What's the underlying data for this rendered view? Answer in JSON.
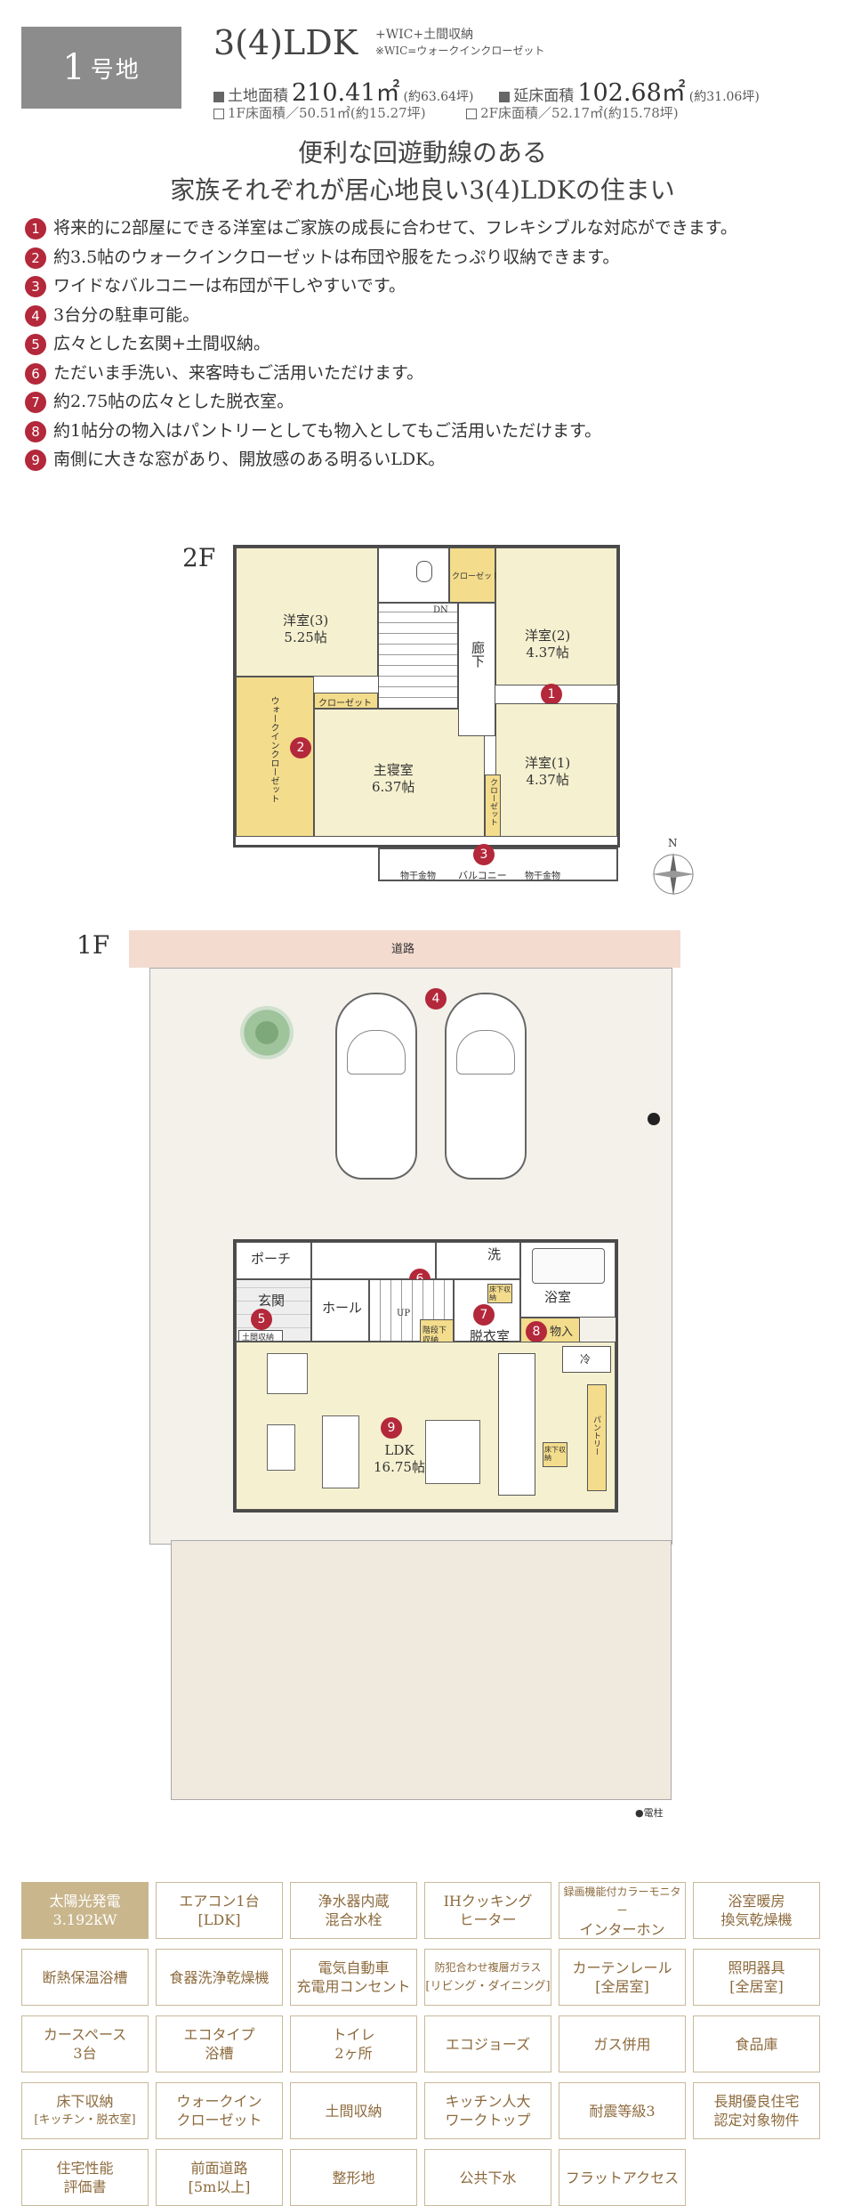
{
  "header": {
    "lot_number": "1",
    "lot_suffix": "号地",
    "plan": "3(4)LDK",
    "plan_extra": "+WIC+土間収納",
    "plan_note": "※WIC=ウォークインクローゼット",
    "land_label": "土地面積",
    "land_area": "210.41㎡",
    "land_tsubo": "(約63.64坪)",
    "floor_label": "延床面積",
    "floor_area": "102.68㎡",
    "floor_tsubo": "(約31.06坪)",
    "f1_area": "1F床面積／50.51㎡(約15.27坪)",
    "f2_area": "2F床面積／52.17㎡(約15.78坪)"
  },
  "headline": {
    "line1": "便利な回遊動線のある",
    "line2": "家族それぞれが居心地良い3(4)LDKの住まい"
  },
  "features": [
    {
      "num": "1",
      "text": "将来的に2部屋にできる洋室はご家族の成長に合わせて、フレキシブルな対応ができます。"
    },
    {
      "num": "2",
      "text": "約3.5帖のウォークインクローゼットは布団や服をたっぷり収納できます。"
    },
    {
      "num": "3",
      "text": "ワイドなバルコニーは布団が干しやすいです。"
    },
    {
      "num": "4",
      "text": "3台分の駐車可能。"
    },
    {
      "num": "5",
      "text": "広々とした玄関+土間収納。"
    },
    {
      "num": "6",
      "text": "ただいま手洗い、来客時もご活用いただけます。"
    },
    {
      "num": "7",
      "text": "約2.75帖の広々とした脱衣室。"
    },
    {
      "num": "8",
      "text": "約1帖分の物入はパントリーとしても物入としてもご活用いただけます。"
    },
    {
      "num": "9",
      "text": "南側に大きな窓があり、開放感のある明るいLDK。"
    }
  ],
  "floor2": {
    "label": "2F",
    "room3": "洋室(3)",
    "room3_size": "5.25帖",
    "room2": "洋室(2)",
    "room2_size": "4.37帖",
    "room1": "洋室(1)",
    "room1_size": "4.37帖",
    "master": "主寝室",
    "master_size": "6.37帖",
    "hall": "廊下",
    "closet": "クローゼット",
    "closet_small": "クローゼット",
    "closet_v": "クローゼット",
    "wic": "ウォークインクローゼット",
    "dn": "DN",
    "balcony": "バルコニー",
    "hanger_l": "物干金物",
    "hanger_r": "物干金物",
    "compass": "N"
  },
  "floor1": {
    "label": "1F",
    "road": "道路",
    "porch": "ポーチ",
    "entrance": "玄関",
    "doma": "土間収納",
    "hall": "ホール",
    "wash": "洗",
    "bath": "浴室",
    "dressing": "脱衣室",
    "storage": "物入",
    "stair_storage": "階段下収納",
    "floor_storage": "床下収納",
    "floor_storage2": "床下収納",
    "fridge": "冷",
    "pantry": "パントリー",
    "ldk": "LDK",
    "ldk_size": "16.75帖",
    "up": "UP",
    "pole": "●電柱"
  },
  "equipment": [
    {
      "label": "太陽光発電",
      "sub": "3.192kW",
      "highlight": true
    },
    {
      "label": "エアコン1台",
      "sub": "[LDK]",
      "highlight": false
    },
    {
      "label": "浄水器内蔵",
      "sub": "混合水栓",
      "highlight": false
    },
    {
      "label": "IHクッキング",
      "sub": "ヒーター",
      "highlight": false
    },
    {
      "label": "録画機能付カラーモニター",
      "sub": "インターホン",
      "highlight": false
    },
    {
      "label": "浴室暖房",
      "sub": "換気乾燥機",
      "highlight": false
    },
    {
      "label": "断熱保温浴槽",
      "sub": "",
      "highlight": false
    },
    {
      "label": "食器洗浄乾燥機",
      "sub": "",
      "highlight": false
    },
    {
      "label": "電気自動車",
      "sub": "充電用コンセント",
      "highlight": false
    },
    {
      "label": "防犯合わせ複層ガラス",
      "sub": "[リビング・ダイニング]",
      "highlight": false
    },
    {
      "label": "カーテンレール",
      "sub": "[全居室]",
      "highlight": false
    },
    {
      "label": "照明器具",
      "sub": "[全居室]",
      "highlight": false
    },
    {
      "label": "カースペース",
      "sub": "3台",
      "highlight": false
    },
    {
      "label": "エコタイプ",
      "sub": "浴槽",
      "highlight": false
    },
    {
      "label": "トイレ",
      "sub": "2ヶ所",
      "highlight": false
    },
    {
      "label": "エコジョーズ",
      "sub": "",
      "highlight": false
    },
    {
      "label": "ガス併用",
      "sub": "",
      "highlight": false
    },
    {
      "label": "食品庫",
      "sub": "",
      "highlight": false
    },
    {
      "label": "床下収納",
      "sub": "[キッチン・脱衣室]",
      "highlight": false
    },
    {
      "label": "ウォークイン",
      "sub": "クローゼット",
      "highlight": false
    },
    {
      "label": "土間収納",
      "sub": "",
      "highlight": false
    },
    {
      "label": "キッチン人大",
      "sub": "ワークトップ",
      "highlight": false
    },
    {
      "label": "耐震等級3",
      "sub": "",
      "highlight": false
    },
    {
      "label": "長期優良住宅",
      "sub": "認定対象物件",
      "highlight": false
    },
    {
      "label": "住宅性能",
      "sub": "評価書",
      "highlight": false
    },
    {
      "label": "前面道路",
      "sub": "[5m以上]",
      "highlight": false
    },
    {
      "label": "整形地",
      "sub": "",
      "highlight": false
    },
    {
      "label": "公共下水",
      "sub": "",
      "highlight": false
    },
    {
      "label": "フラットアクセス",
      "sub": "",
      "highlight": false
    }
  ]
}
